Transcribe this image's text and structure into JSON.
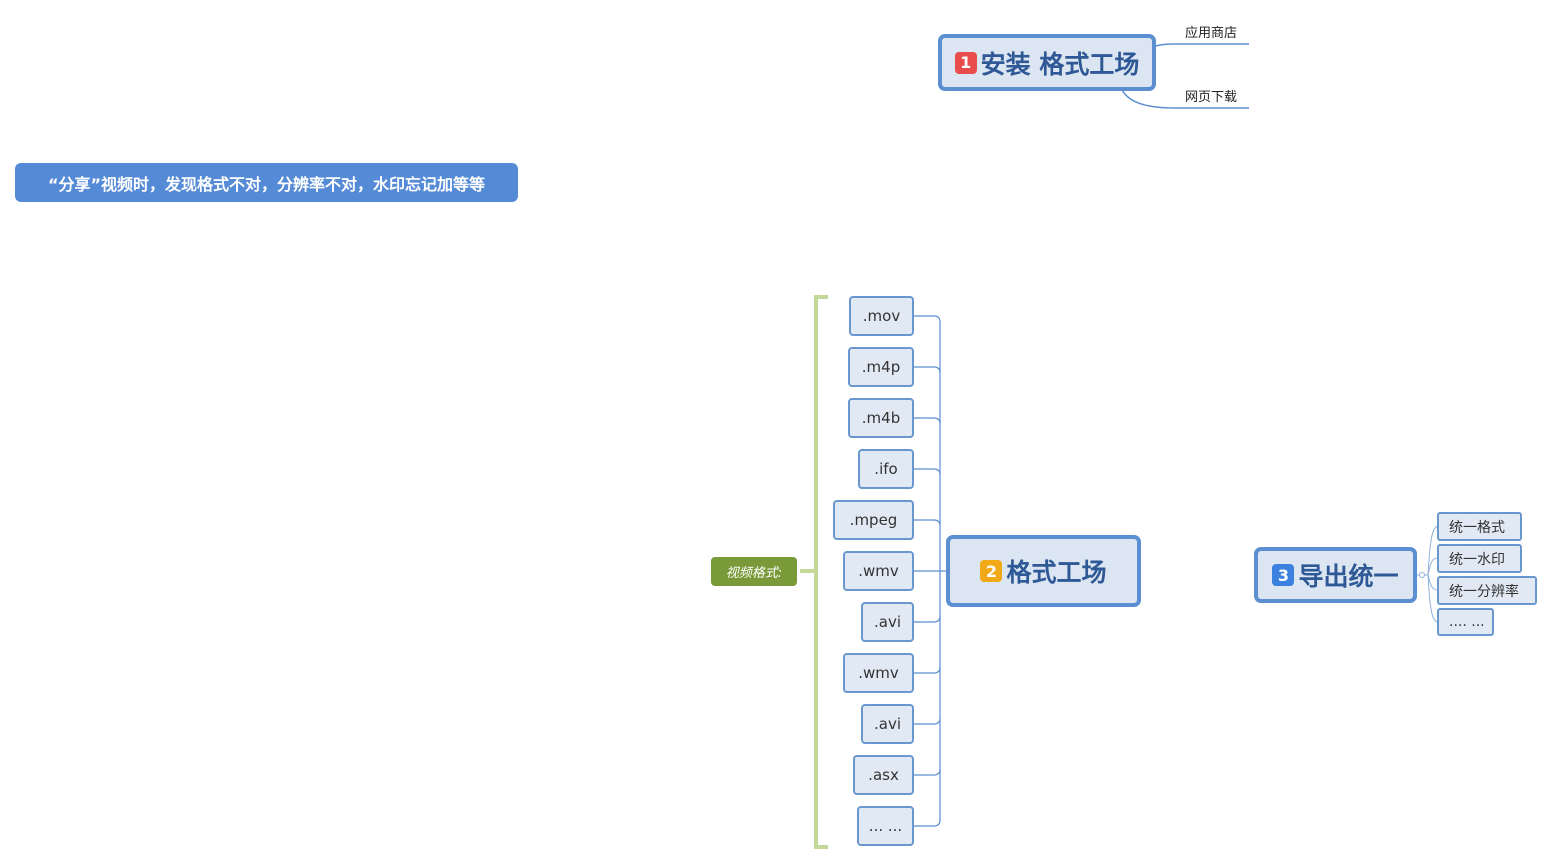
{
  "banner": {
    "text": "“分享”视频时，发现格式不对，分辨率不对，水印忘记加等等"
  },
  "topic1": {
    "badge": "1",
    "badge_color": "#e84c4c",
    "title": "安装 格式工场",
    "children": [
      "应用商店",
      "网页下载"
    ]
  },
  "topic2": {
    "badge": "2",
    "badge_color": "#f2a917",
    "title": "格式工场",
    "formats": [
      ".mov",
      ".m4p",
      ".m4b",
      ".ifo",
      ".mpeg",
      ".wmv",
      ".avi",
      ".wmv",
      ".avi",
      ".asx",
      "... ..."
    ],
    "summary": "视频格式:"
  },
  "topic3": {
    "badge": "3",
    "badge_color": "#3b82e0",
    "title": "导出统一",
    "children": [
      "统一格式",
      "统一水印",
      "统一分辨率",
      ".... ..."
    ]
  },
  "colors": {
    "border": "#5b8fd1",
    "fill": "#dce6f2",
    "title_text": "#2f5996",
    "bracket": "#c5d89b",
    "line": "#5b8fd1"
  }
}
